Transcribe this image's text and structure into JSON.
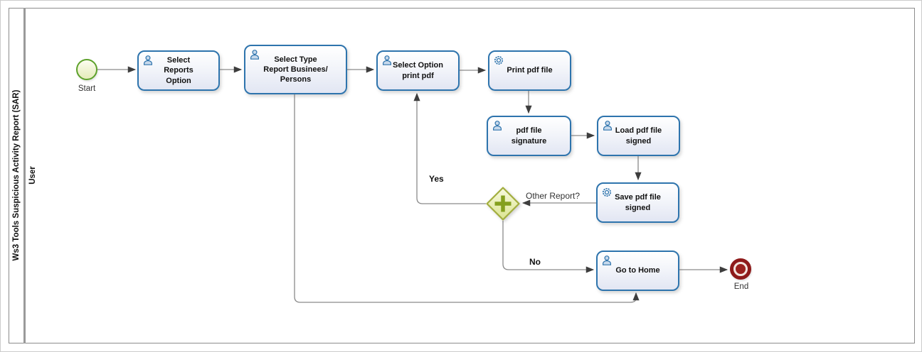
{
  "pool": {
    "label": "Ws3 Tools Suspicious Activity Report (SAR)",
    "lane": "User"
  },
  "start_event": {
    "label": "Start"
  },
  "end_event": {
    "label": "End"
  },
  "tasks": [
    {
      "id": "select-reports-option",
      "type": "user-task",
      "icon": "user-icon",
      "label": "Select\nReports\nOption"
    },
    {
      "id": "select-type-report",
      "type": "user-task",
      "icon": "user-icon",
      "label": "Select Type\nReport Businees/\nPersons"
    },
    {
      "id": "select-option-print-pdf",
      "type": "user-task",
      "icon": "user-icon",
      "label": "Select Option\nprint pdf"
    },
    {
      "id": "print-pdf-file",
      "type": "service-task",
      "icon": "gear-icon",
      "label": "Print pdf file"
    },
    {
      "id": "pdf-file-signature",
      "type": "user-task",
      "icon": "user-icon",
      "label": "pdf file\nsignature"
    },
    {
      "id": "load-pdf-file-signed",
      "type": "user-task",
      "icon": "user-icon",
      "label": "Load pdf file\nsigned"
    },
    {
      "id": "save-pdf-file-signed",
      "type": "service-task",
      "icon": "gear-icon",
      "label": "Save pdf file\nsigned"
    },
    {
      "id": "go-to-home",
      "type": "user-task",
      "icon": "user-icon",
      "label": "Go to Home"
    }
  ],
  "gateway": {
    "type": "parallel-gateway",
    "question_label": "Other Report?",
    "yes_label": "Yes",
    "no_label": "No"
  },
  "colors": {
    "task_border": "#2e74ad",
    "task_fill_bottom": "#e2e6f3",
    "start_border": "#5da12b",
    "start_fill": "#eff3d2",
    "gateway_border": "#a2ae3d",
    "gateway_fill": "#e0e79b",
    "gateway_plus": "#84a01e",
    "end_color": "#8e1a1a",
    "edge_line": "#8a8a8a"
  }
}
